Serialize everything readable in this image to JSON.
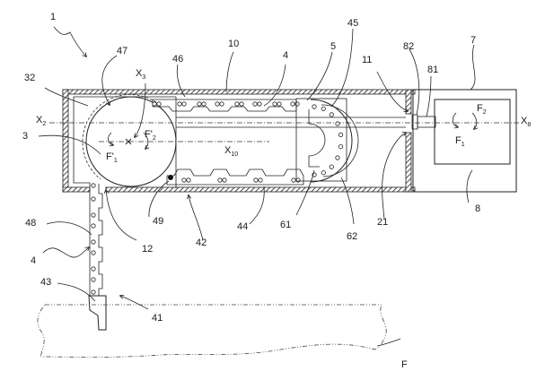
{
  "figure": {
    "type": "patent-drawing",
    "description": "Schematic cross-section of a chain actuator device with housing, drum, chain and motor"
  },
  "labels": {
    "ref_1": "1",
    "ref_47": "47",
    "ref_46": "46",
    "ref_10": "10",
    "ref_4_top": "4",
    "ref_5": "5",
    "ref_45": "45",
    "ref_82": "82",
    "ref_7": "7",
    "ref_32": "32",
    "ref_11": "11",
    "ref_81": "81",
    "ref_3": "3",
    "ref_48": "48",
    "ref_4_left": "4",
    "ref_43": "43",
    "ref_41": "41",
    "ref_12": "12",
    "ref_49": "49",
    "ref_42": "42",
    "ref_44": "44",
    "ref_61": "61",
    "ref_62": "62",
    "ref_21": "21",
    "ref_8": "8",
    "ref_F": "F",
    "axis_X3": "X",
    "axis_X3_sub": "3",
    "axis_X2": "X",
    "axis_X2_sub": "2",
    "axis_X10": "X",
    "axis_X10_sub": "10",
    "axis_X8": "X",
    "axis_X8_sub": "8",
    "force_F1p": "F'",
    "force_F1p_sub": "1",
    "force_F2p": "F'",
    "force_F2p_sub": "2",
    "force_F1": "F",
    "force_F1_sub": "1",
    "force_F2": "F",
    "force_F2_sub": "2"
  }
}
